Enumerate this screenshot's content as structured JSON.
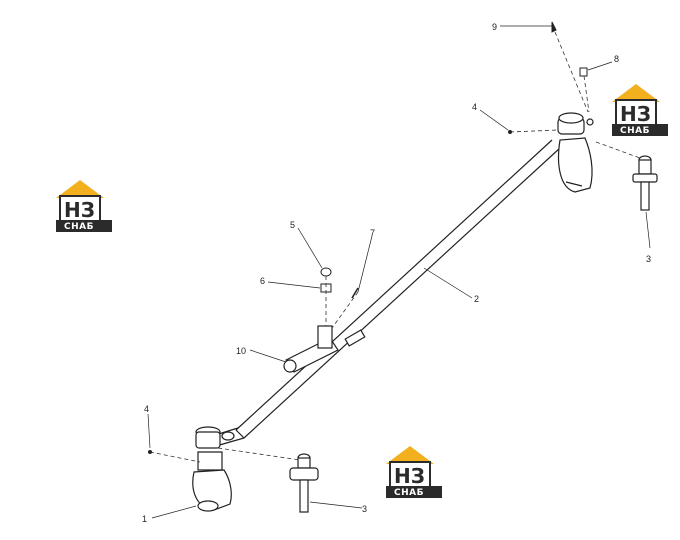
{
  "diagram": {
    "callouts": [
      {
        "id": "c1",
        "label": "1"
      },
      {
        "id": "c2",
        "label": "2"
      },
      {
        "id": "c3a",
        "label": "3"
      },
      {
        "id": "c3b",
        "label": "3"
      },
      {
        "id": "c4a",
        "label": "4"
      },
      {
        "id": "c4b",
        "label": "4"
      },
      {
        "id": "c5",
        "label": "5"
      },
      {
        "id": "c6",
        "label": "6"
      },
      {
        "id": "c7",
        "label": "7"
      },
      {
        "id": "c8",
        "label": "8"
      },
      {
        "id": "c9",
        "label": "9"
      },
      {
        "id": "c10",
        "label": "10"
      }
    ]
  },
  "watermark": {
    "logo_main": "НЗ",
    "logo_sub": "СНАБ",
    "colors": {
      "roof": "#f2b01e",
      "badge": "#2b2b2b",
      "text_dark": "#2b2b2b"
    }
  }
}
